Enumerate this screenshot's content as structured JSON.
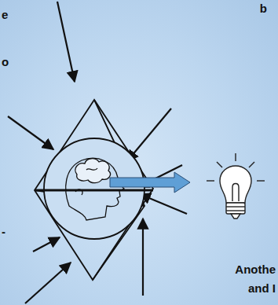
{
  "diagram": {
    "labels": [
      "e",
      "o",
      "b",
      "-",
      "Anothe",
      "and I"
    ]
  }
}
